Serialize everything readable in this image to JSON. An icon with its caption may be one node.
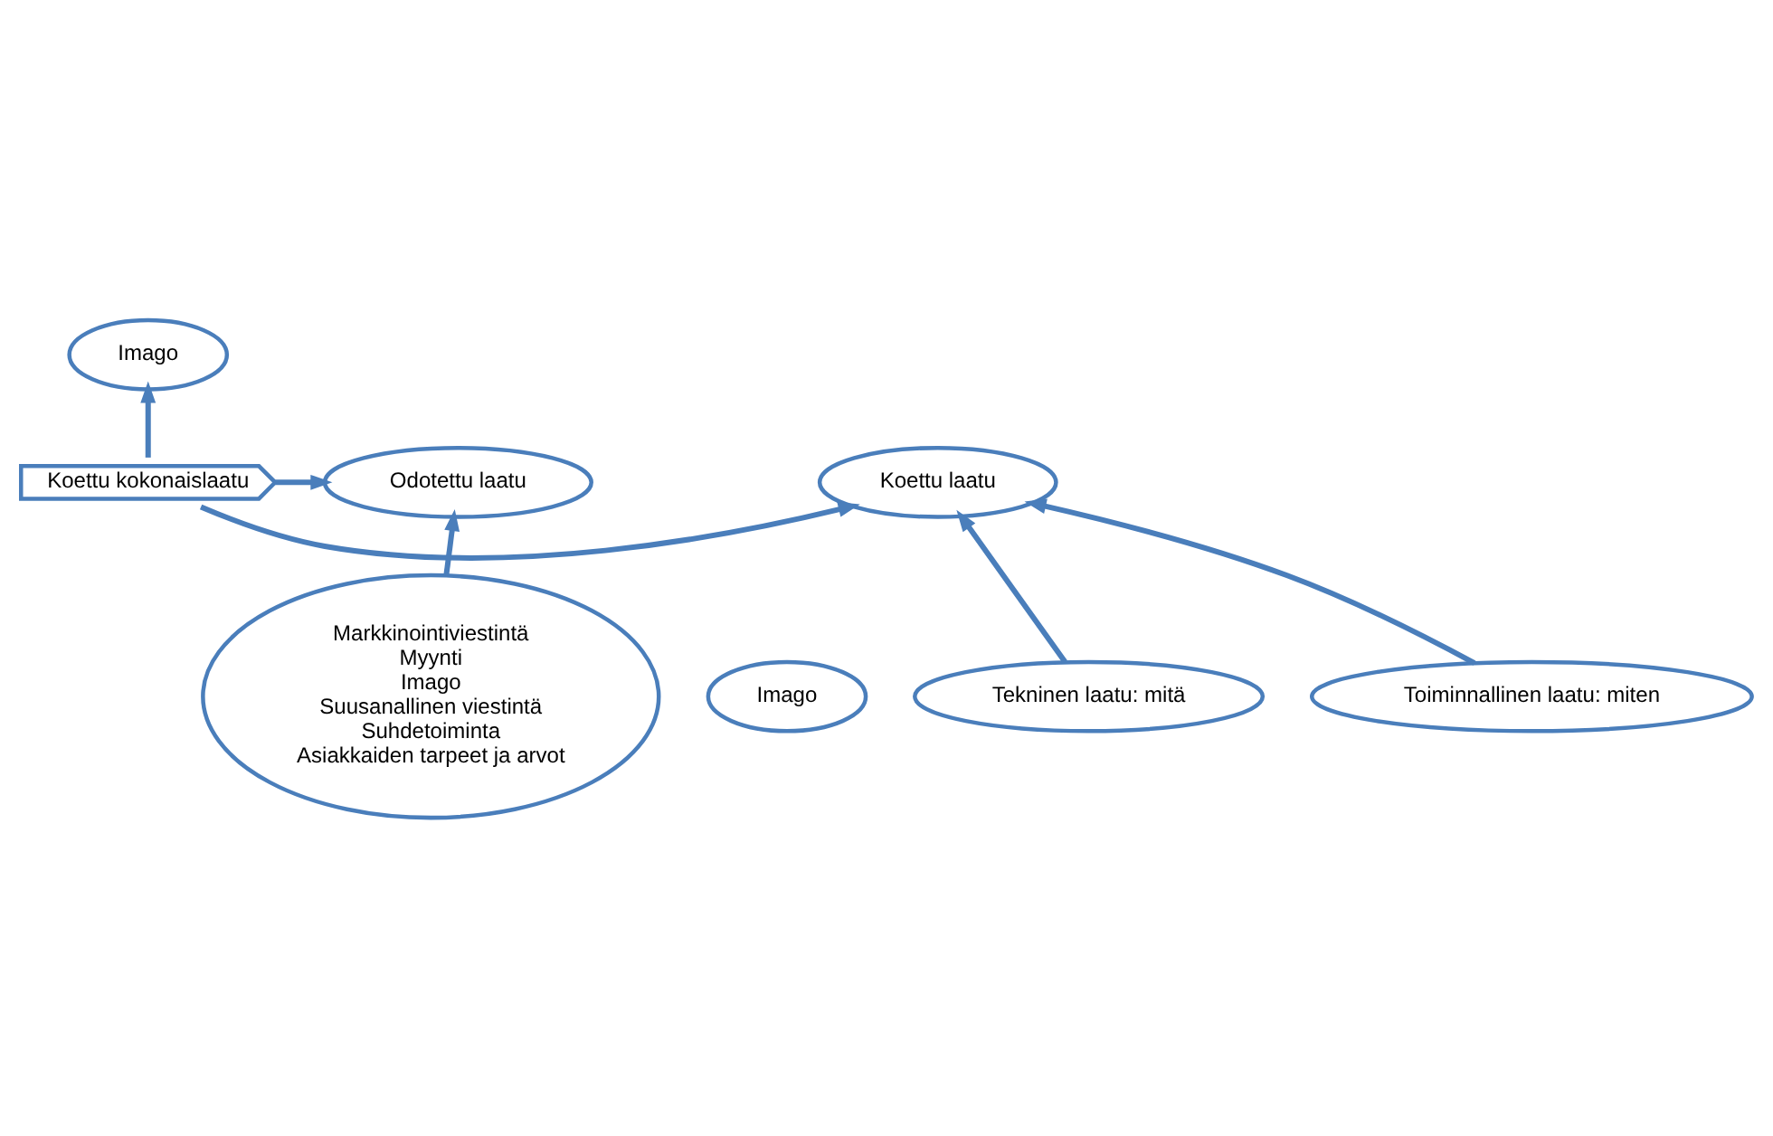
{
  "diagram": {
    "nodes": [
      {
        "text": [
          "Imago"
        ]
      },
      {
        "text": [
          "Odotettu laatu"
        ]
      },
      {
        "text": [
          "Koettu kokonaislaatu"
        ]
      },
      {
        "text": [
          "Koettu laatu"
        ]
      },
      {
        "text": [
          "Markkinointiviestintä",
          "Myynti",
          "Imago",
          "Suusanallinen viestintä",
          "Suhdetoiminta",
          "Asiakkaiden tarpeet ja arvot"
        ]
      },
      {
        "text": [
          "Imago"
        ]
      },
      {
        "text": [
          "Tekninen laatu: mitä"
        ]
      },
      {
        "text": [
          "Toiminnallinen laatu: miten"
        ]
      }
    ],
    "edges": [
      {
        "from": 2,
        "to": 0,
        "arrow": "to"
      },
      {
        "from": 2,
        "to": 1,
        "arrow": "to"
      },
      {
        "from": 2,
        "to": 3,
        "arrow": "to"
      },
      {
        "from": 4,
        "to": 1,
        "arrow": "to"
      },
      {
        "from": 6,
        "to": 3,
        "arrow": "to"
      },
      {
        "from": 7,
        "to": 3,
        "arrow": "to"
      }
    ]
  }
}
